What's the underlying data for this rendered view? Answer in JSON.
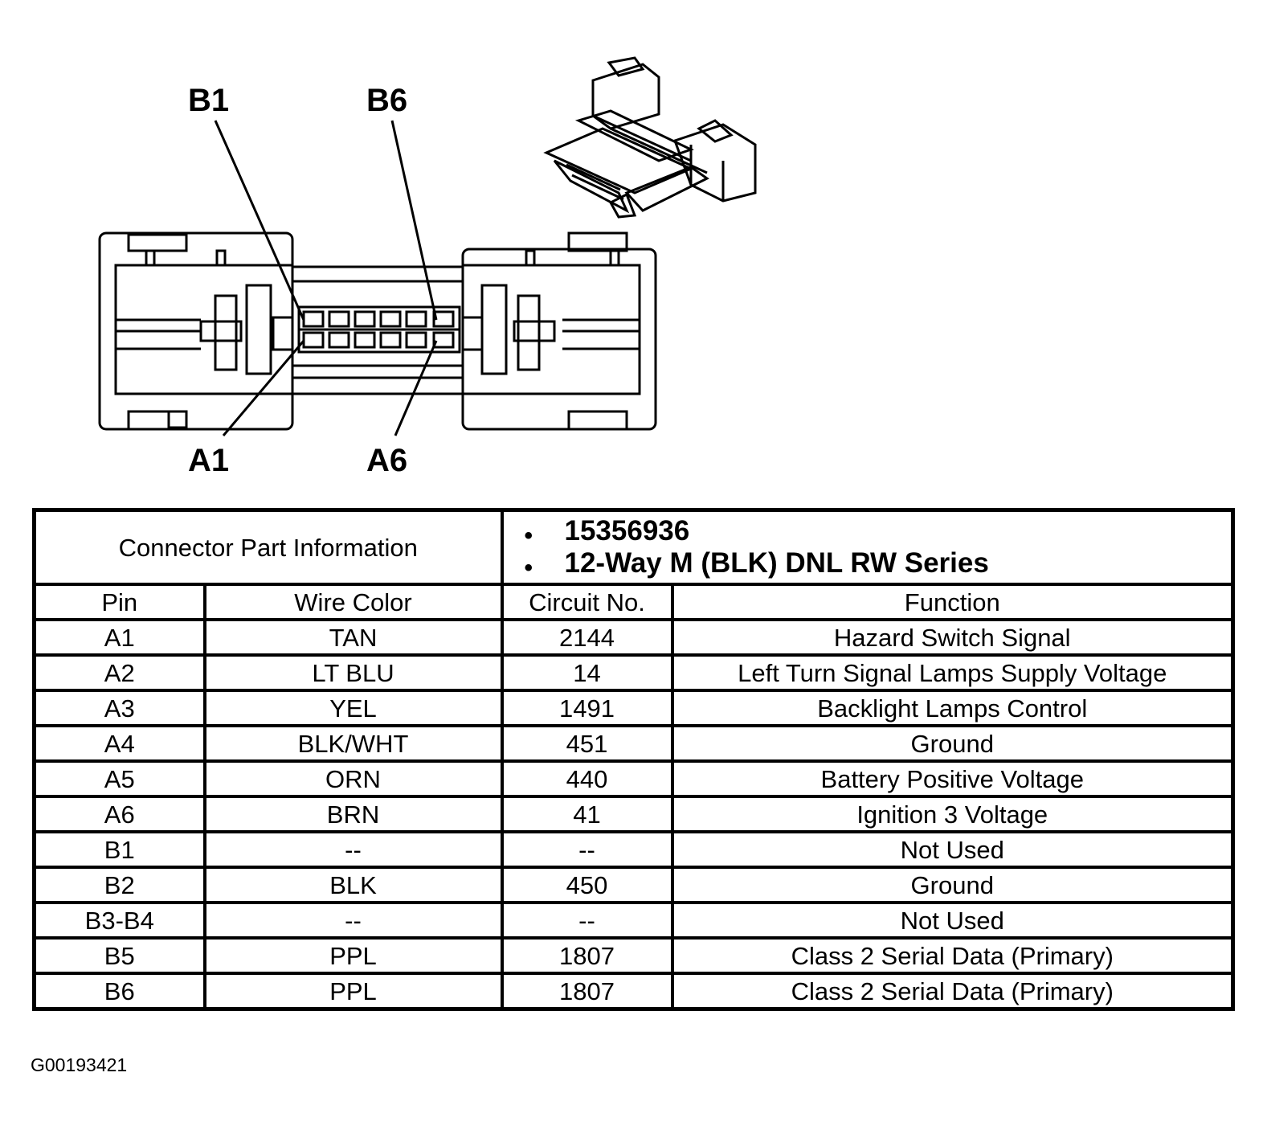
{
  "diagram": {
    "labels": {
      "b1": "B1",
      "b6": "B6",
      "a1": "A1",
      "a6": "A6"
    }
  },
  "connector_info": {
    "title": "Connector Part Information",
    "part_lines": [
      "15356936",
      "12-Way M (BLK) DNL RW Series"
    ]
  },
  "table": {
    "headers": {
      "pin": "Pin",
      "wire_color": "Wire Color",
      "circuit_no": "Circuit No.",
      "function": "Function"
    },
    "rows": [
      {
        "pin": "A1",
        "wire_color": "TAN",
        "circuit_no": "2144",
        "function": "Hazard Switch Signal"
      },
      {
        "pin": "A2",
        "wire_color": "LT BLU",
        "circuit_no": "14",
        "function": "Left Turn Signal Lamps Supply Voltage"
      },
      {
        "pin": "A3",
        "wire_color": "YEL",
        "circuit_no": "1491",
        "function": "Backlight Lamps Control"
      },
      {
        "pin": "A4",
        "wire_color": "BLK/WHT",
        "circuit_no": "451",
        "function": "Ground"
      },
      {
        "pin": "A5",
        "wire_color": "ORN",
        "circuit_no": "440",
        "function": "Battery Positive Voltage"
      },
      {
        "pin": "A6",
        "wire_color": "BRN",
        "circuit_no": "41",
        "function": "Ignition 3 Voltage"
      },
      {
        "pin": "B1",
        "wire_color": "--",
        "circuit_no": "--",
        "function": "Not Used"
      },
      {
        "pin": "B2",
        "wire_color": "BLK",
        "circuit_no": "450",
        "function": "Ground"
      },
      {
        "pin": "B3-B4",
        "wire_color": "--",
        "circuit_no": "--",
        "function": "Not Used"
      },
      {
        "pin": "B5",
        "wire_color": "PPL",
        "circuit_no": "1807",
        "function": "Class 2 Serial Data (Primary)"
      },
      {
        "pin": "B6",
        "wire_color": "PPL",
        "circuit_no": "1807",
        "function": "Class 2 Serial Data (Primary)"
      }
    ]
  },
  "figure_id": "G00193421"
}
